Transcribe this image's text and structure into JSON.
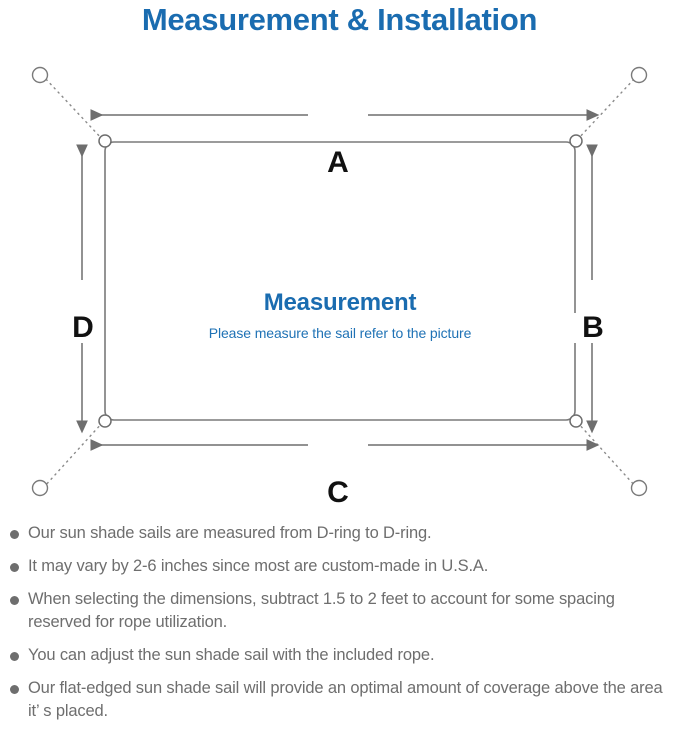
{
  "page": {
    "title": "Measurement & Installation",
    "title_color": "#1a6cb0"
  },
  "diagram": {
    "caption_title": "Measurement",
    "caption_subtitle": "Please measure the sail refer to the picture",
    "caption_color": "#1a6cb0",
    "sail_line_color": "#7a7a7a",
    "arrow_color": "#6e6e6e",
    "dashed_line_color": "#8a8a8a",
    "dimension_labels": {
      "top": "A",
      "right": "B",
      "bottom": "C",
      "left": "D"
    },
    "icons": {
      "anchor_point": "circle-anchor-icon",
      "d_ring": "d-ring-icon",
      "top_arrow": "double-arrow-horizontal-icon",
      "bottom_arrow": "double-arrow-horizontal-icon",
      "left_arrow": "double-arrow-vertical-icon",
      "right_arrow": "double-arrow-vertical-icon",
      "rope": "dashed-rope-line-icon"
    }
  },
  "notes": {
    "bullet_color": "#6e6e6e",
    "text_color": "#6e6e6e",
    "items": [
      "Our sun shade sails are measured from D-ring to D-ring.",
      "It may vary by 2-6 inches since most are custom-made in U.S.A.",
      "When selecting the dimensions, subtract 1.5 to 2 feet to account for some spacing reserved for rope utilization.",
      "You can adjust the sun shade sail with the included rope.",
      "Our flat-edged sun shade sail will provide an optimal amount of coverage above the area it’ s placed."
    ]
  }
}
